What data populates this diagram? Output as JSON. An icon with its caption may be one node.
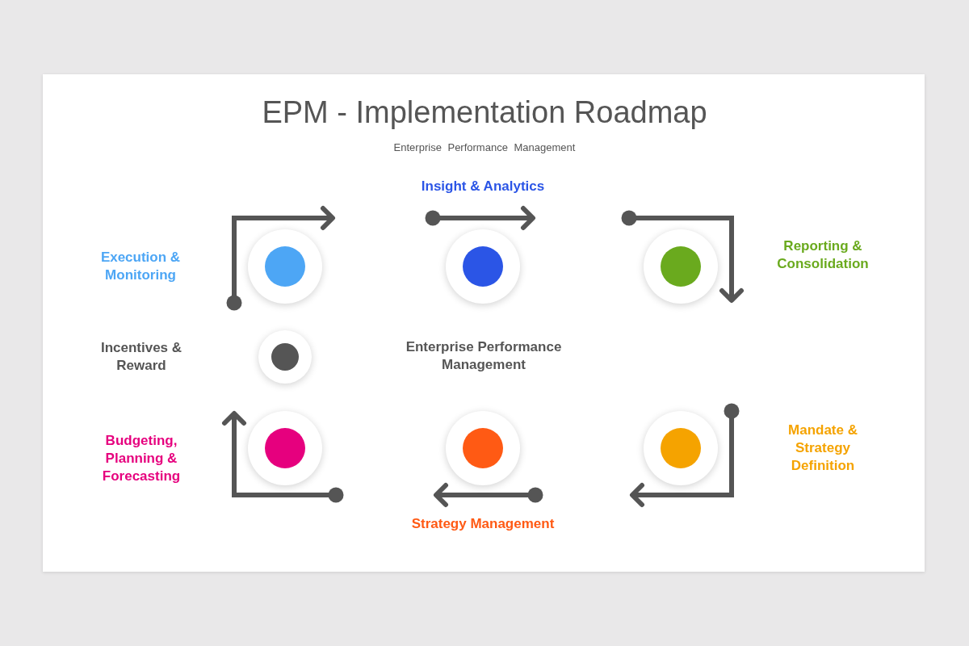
{
  "diagram": {
    "title": "EPM - Implementation Roadmap",
    "caption": "Enterprise Performance Management",
    "nodes": [
      {
        "text": [],
        "shape": "circle"
      },
      {
        "text": [],
        "shape": "circle"
      },
      {
        "text": [],
        "shape": "circle"
      },
      {
        "text": [],
        "shape": "circle"
      },
      {
        "text": [],
        "shape": "circle"
      },
      {
        "text": [],
        "shape": "circle"
      },
      {
        "text": [],
        "shape": "circle"
      }
    ],
    "labels": [
      "Insight & Analytics",
      "Execution & Monitoring",
      "Reporting & Consolidation",
      "Incentives & Reward",
      "Enterprise Performance Management",
      "Mandate & Strategy Definition",
      "Budgeting, Planning & Forecasting",
      "Strategy Management"
    ]
  }
}
